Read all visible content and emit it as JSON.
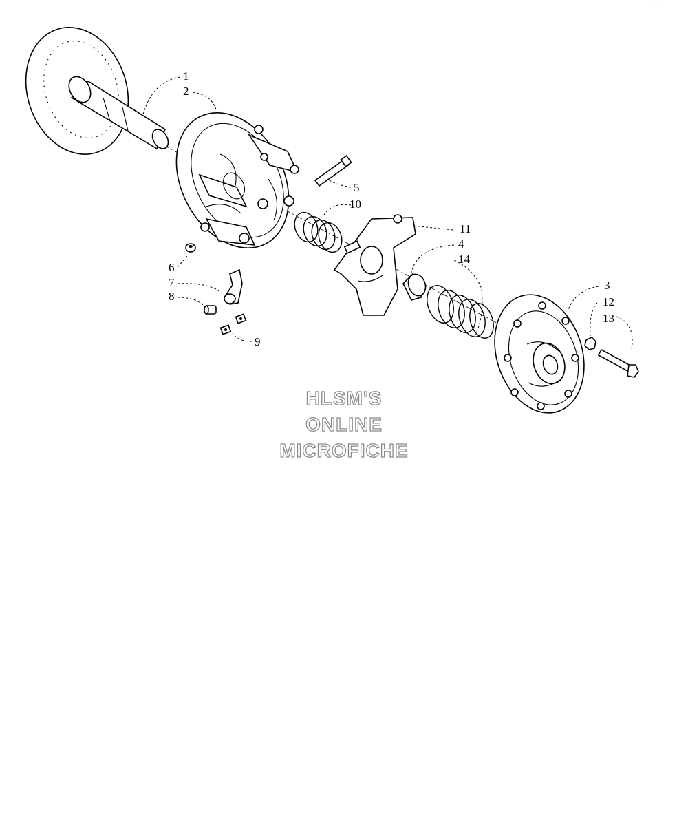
{
  "diagram": {
    "corner_mark": ". . . .",
    "watermark": [
      "HLSM'S",
      "ONLINE",
      "MICROFICHE"
    ],
    "callouts": [
      "1",
      "2",
      "3",
      "4",
      "5",
      "6",
      "7",
      "8",
      "9",
      "10",
      "11",
      "12",
      "13",
      "14"
    ],
    "parts": [
      {
        "name": "fixed-sheave",
        "icon": "sheave-disc"
      },
      {
        "name": "movable-sheave",
        "icon": "sheave-body"
      },
      {
        "name": "pin",
        "icon": "pin"
      },
      {
        "name": "spring-small",
        "icon": "coil-spring"
      },
      {
        "name": "spider",
        "icon": "spider-arm"
      },
      {
        "name": "bushing",
        "icon": "bushing"
      },
      {
        "name": "spring-large",
        "icon": "coil-spring"
      },
      {
        "name": "cover",
        "icon": "cover-plate"
      },
      {
        "name": "nut",
        "icon": "nut"
      },
      {
        "name": "bolt",
        "icon": "bolt"
      },
      {
        "name": "cap",
        "icon": "cap"
      },
      {
        "name": "weight-arm",
        "icon": "weight-arm"
      },
      {
        "name": "roller",
        "icon": "roller"
      },
      {
        "name": "washers",
        "icon": "washer"
      }
    ]
  }
}
